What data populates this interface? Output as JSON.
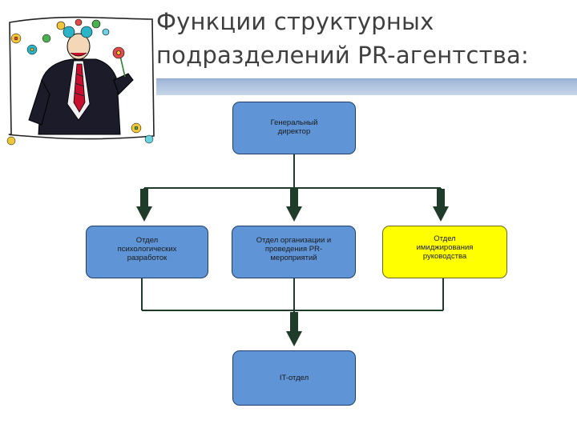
{
  "slide": {
    "title": "Функции структурных подразделений PR-агентства:"
  },
  "org_chart": {
    "nodes": {
      "director": {
        "label": "Генеральный\nдиректор",
        "color": "#5f95d6"
      },
      "psych": {
        "label": "Отдел\nпсихологических\nразработок",
        "color": "#5f95d6"
      },
      "events": {
        "label": "Отдел организации и\nпроведения PR-\nмероприятий",
        "color": "#5f95d6"
      },
      "image": {
        "label": "Отдел\nимиджирования\nруководства",
        "color": "#ffff00"
      },
      "it": {
        "label": "IT-отдел",
        "color": "#5f95d6"
      }
    },
    "edges": [
      {
        "from": "director",
        "to": "psych"
      },
      {
        "from": "director",
        "to": "events"
      },
      {
        "from": "director",
        "to": "image"
      },
      {
        "from": "psych",
        "to": "it"
      },
      {
        "from": "events",
        "to": "it"
      },
      {
        "from": "image",
        "to": "it"
      }
    ]
  },
  "illustration": {
    "subject": "businesswoman-with-flower-sunglasses-clipart"
  }
}
